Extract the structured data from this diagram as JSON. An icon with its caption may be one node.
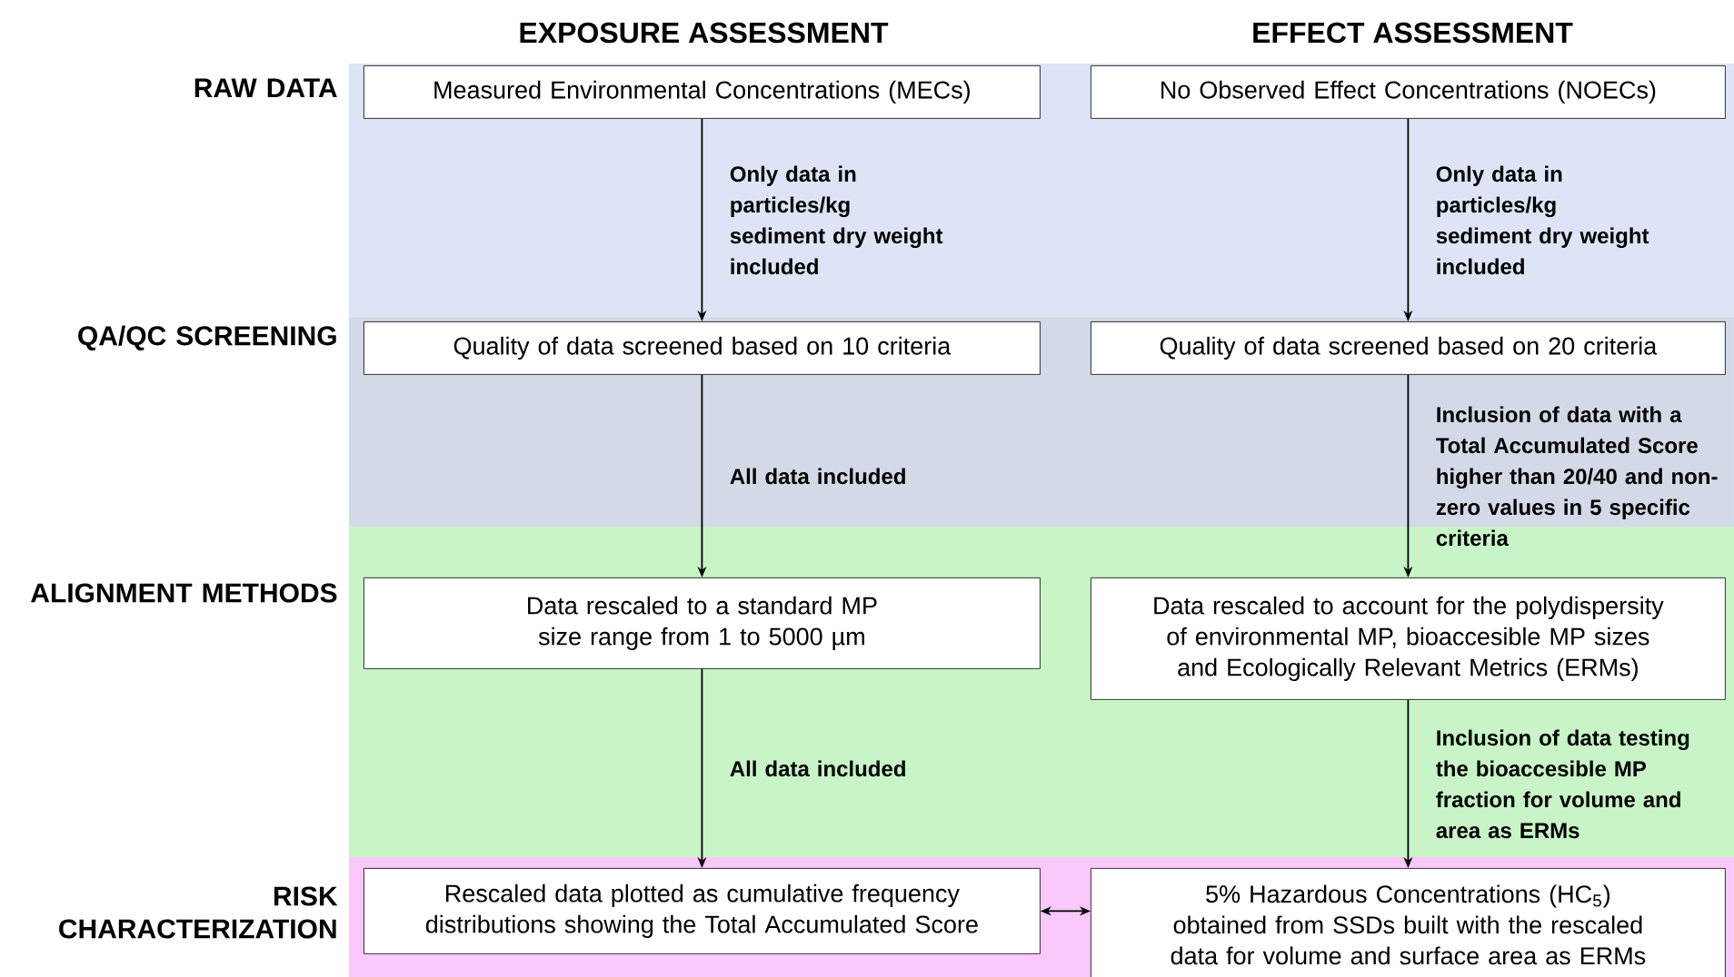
{
  "diagram": {
    "nodes": [
      {
        "text": [
          "Measured Environmental Concentrations (MECs)"
        ]
      },
      {
        "text": [
          "No Observed Effect Concentrations (NOECs)"
        ]
      },
      {
        "text": [
          "Quality of data screened based on 10 criteria"
        ]
      },
      {
        "text": [
          "Quality of data screened based on 20 criteria"
        ]
      },
      {
        "text": [
          "Data rescaled to a standard MP size range from 1 to 5000 µm"
        ]
      },
      {
        "text": [
          "Data rescaled to account for the polydispersity of environmental MP, bioaccesible MP sizes and Ecologically Relevant Metrics (ERMs)"
        ]
      },
      {
        "text": [
          "Rescaled data plotted as cumulative frequency distributions showing the Total Accumulated Score"
        ]
      },
      {
        "text": [
          "5% Hazardous Concentrations (HC$_{5}$) obtained from SSDs built with the rescaled data for volume and surface area as ERMs"
        ]
      }
    ],
    "edges": [
      {
        "from": 0,
        "to": 2,
        "arrow": "to",
        "label": "Only data in particles/kg sediment dry weight included"
      },
      {
        "from": 1,
        "to": 3,
        "arrow": "to",
        "label": "Only data in particles/kg sediment dry weight included"
      },
      {
        "from": 2,
        "to": 4,
        "arrow": "to",
        "label": "All data included"
      },
      {
        "from": 3,
        "to": 5,
        "arrow": "to",
        "label": "Inclusion of data with a Total Accumulated Score higher than 20/40 and non-zero values in 5 specific criteria"
      },
      {
        "from": 4,
        "to": 6,
        "arrow": "to",
        "label": "All data included"
      },
      {
        "from": 5,
        "to": 7,
        "arrow": "to",
        "label": "Inclusion of data testing the bioaccesible MP fraction for volume and area as ERMs"
      },
      {
        "from": 6,
        "to": 7,
        "arrow": "both"
      }
    ],
    "labels": [
      "EXPOSURE ASSESSMENT",
      "EFFECT ASSESSMENT",
      "RAW DATA",
      "QA/QC SCREENING",
      "ALIGNMENT METHODS",
      "RISK CHARACTERIZATION"
    ]
  }
}
